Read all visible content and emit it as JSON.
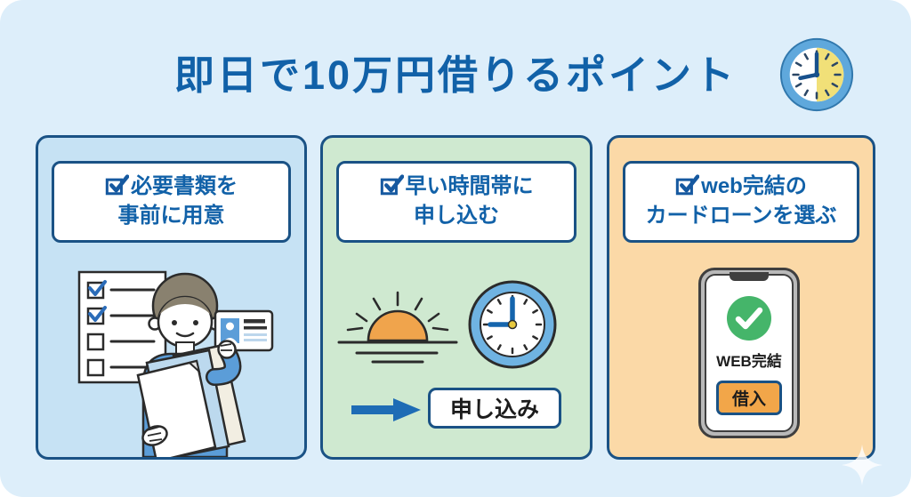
{
  "title": "即日で10万円借りるポイント",
  "title_icon": "half-day-clock-icon",
  "colors": {
    "canvas_background": "#ddeefa",
    "title_text": "#1161a8",
    "panel_border": "#1a5285",
    "panel1_background": "#c6e2f4",
    "panel2_background": "#cfe9d0",
    "panel3_background": "#fbd9a7",
    "arrow": "#1e6cb5",
    "sun": "#f0a44c",
    "clock_ring": "#6fb3e2",
    "clock_yellow_half": "#f1e078",
    "check_circle_green": "#45b56a",
    "borrow_button": "#f2a649",
    "shirt_blue": "#5b9dd8"
  },
  "panels": [
    {
      "heading_line1": "必要書類を",
      "heading_line2": "事前に用意",
      "illustration": "person-holding-documents-and-id-card"
    },
    {
      "heading_line1": "早い時間帯に",
      "heading_line2": "申し込む",
      "illustration": "sunrise-and-nine-oclock",
      "action_label": "申し込み"
    },
    {
      "heading_line1": "web完結の",
      "heading_line2": "カードローンを選ぶ",
      "illustration": "smartphone-web-loan",
      "phone": {
        "status_label": "WEB完結",
        "button_label": "借入"
      }
    }
  ]
}
